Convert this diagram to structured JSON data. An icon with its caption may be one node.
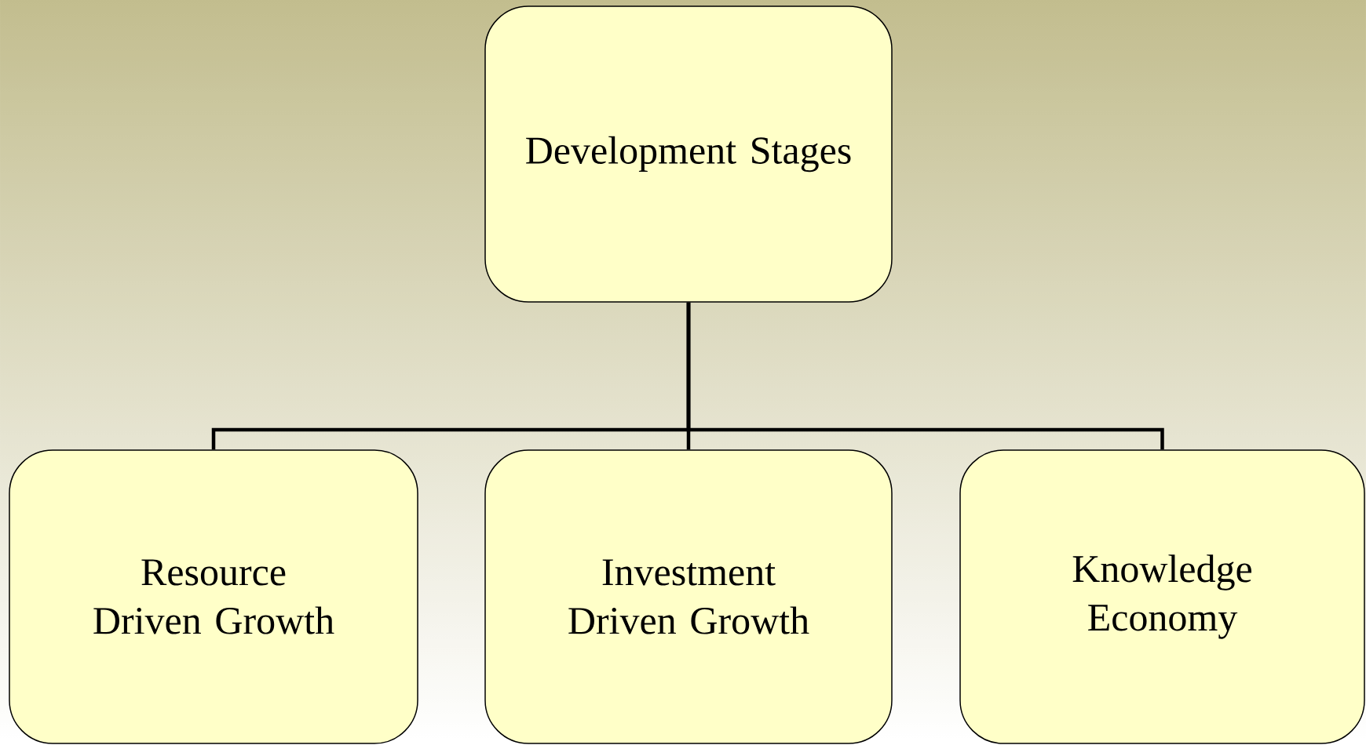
{
  "diagram": {
    "nodes": [
      {
        "text": [
          "Development Stages"
        ]
      },
      {
        "text": [
          "Resource Driven Growth"
        ]
      },
      {
        "text": [
          "Investment Driven Growth"
        ]
      },
      {
        "text": [
          "Knowledge Economy"
        ]
      }
    ],
    "edges": [
      {
        "from": 0,
        "to": 1,
        "arrow": "none"
      },
      {
        "from": 0,
        "to": 2,
        "arrow": "none"
      },
      {
        "from": 0,
        "to": 3,
        "arrow": "none"
      }
    ]
  }
}
